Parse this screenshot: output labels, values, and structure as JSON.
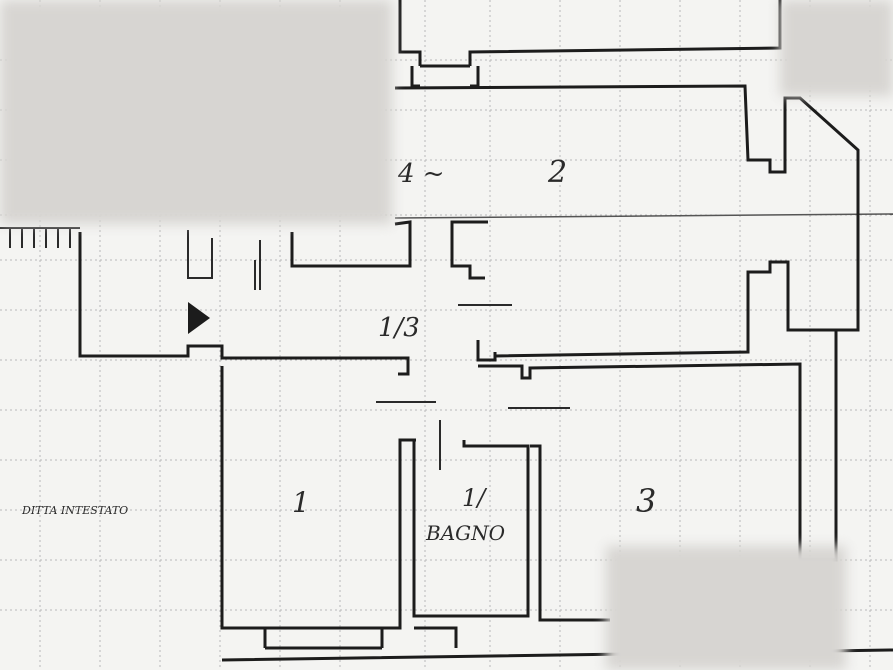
{
  "rooms": {
    "room_1": "1",
    "room_2": "2",
    "room_3": "3",
    "corridor": "1/3",
    "bathroom_number": "1/",
    "bathroom_name": "BAGNO",
    "top_fragment": "4 ~"
  },
  "notes": {
    "other_owner": "DITTA INTESTATO"
  },
  "colors": {
    "paper": "#f4f4f2",
    "ink": "#1c1c1c",
    "grid": "#b9b9b9",
    "redaction": "#d7d5d2"
  },
  "icons": {
    "entrance": "triangle-right-icon"
  }
}
